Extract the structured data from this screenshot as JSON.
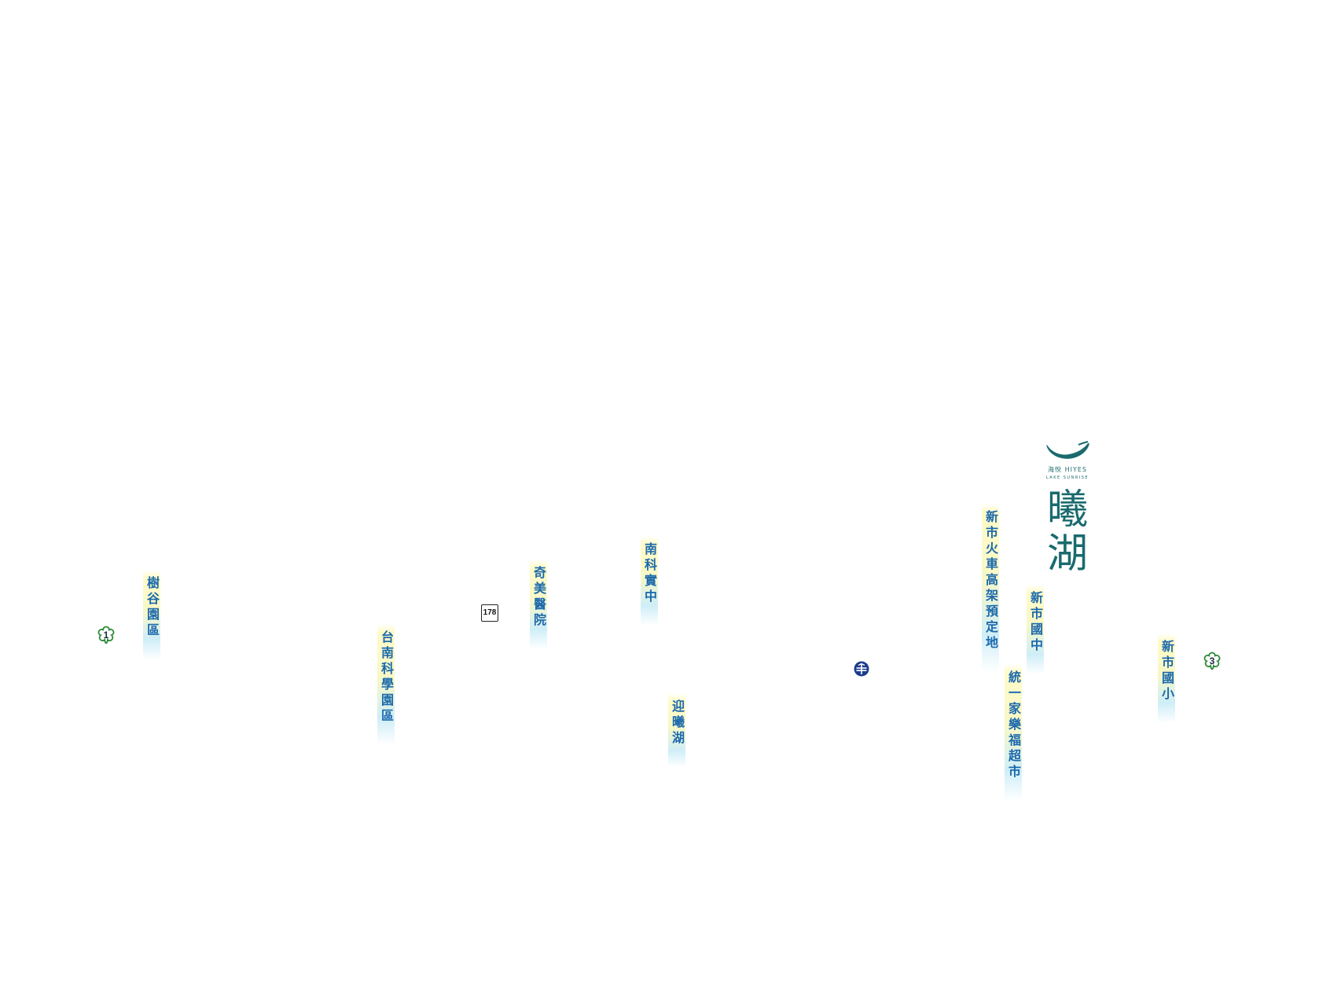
{
  "logo": {
    "brand_line": "海悅 HIYES",
    "tagline": "LAKE SUNRISE",
    "title_char_1": "曦",
    "title_char_2": "湖",
    "accent_color": "#1a6a6e"
  },
  "labels": {
    "shugu": "樹谷園區",
    "tainan_science_park": "台南科學園區",
    "chimei_hospital": "奇美醫院",
    "nanke_high_school": "南科實中",
    "yingxi_lake": "迎曦湖",
    "xinshi_rail": "新市火車高架預定地",
    "uni_supermarket": "統一家樂福超市",
    "xinshi_junior_high": "新市國中",
    "xinshi_elementary": "新市國小"
  },
  "markers": {
    "route_1": "1",
    "route_3": "3",
    "road_178": "178",
    "rail_icon": "railway-icon"
  },
  "colors": {
    "label_text": "#1c69ad",
    "label_highlight_yellow": "#fffbc8",
    "label_highlight_blue": "#cfeef8",
    "shield_green": "#2e8b3a",
    "rail_blue": "#1b3d8f"
  }
}
